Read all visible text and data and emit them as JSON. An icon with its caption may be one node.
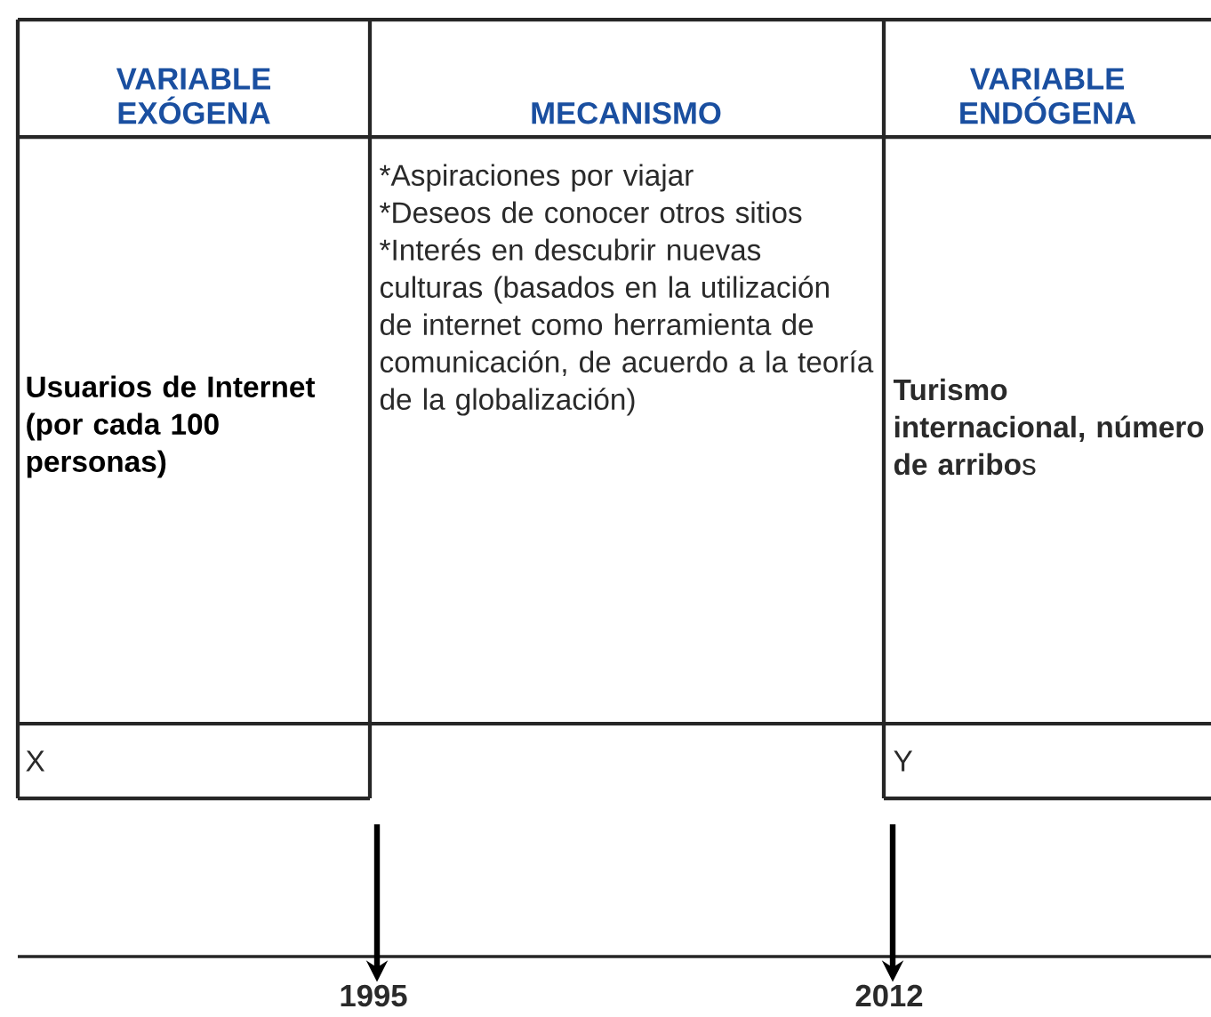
{
  "diagram": {
    "nodes": [
      {
        "text": [
          "VARIABLE EXÓGENA"
        ]
      },
      {
        "text": [
          "MECANISMO"
        ]
      },
      {
        "text": [
          "VARIABLE ENDÓGENA"
        ]
      },
      {
        "text": [
          "Usuarios de Internet (por cada 100 personas)"
        ]
      },
      {
        "text": [
          "*Aspiraciones por viajar",
          "*Deseos de conocer otros sitios",
          "*Interés en descubrir nuevas culturas (basados en la utilización de internet como herramienta de comunicación, de acuerdo a la teoría de la globalización)"
        ]
      },
      {
        "text": [
          "**Turismo internacional, número de arribo**s"
        ]
      },
      {
        "text": [
          "X"
        ]
      },
      {
        "text": [
          "Y"
        ]
      },
      {
        "text": [
          "1995"
        ]
      },
      {
        "text": [
          "2012"
        ]
      }
    ],
    "edges": [
      {
        "from": null,
        "to": 8,
        "arrow": "to"
      },
      {
        "from": null,
        "to": 9,
        "arrow": "to"
      }
    ]
  }
}
